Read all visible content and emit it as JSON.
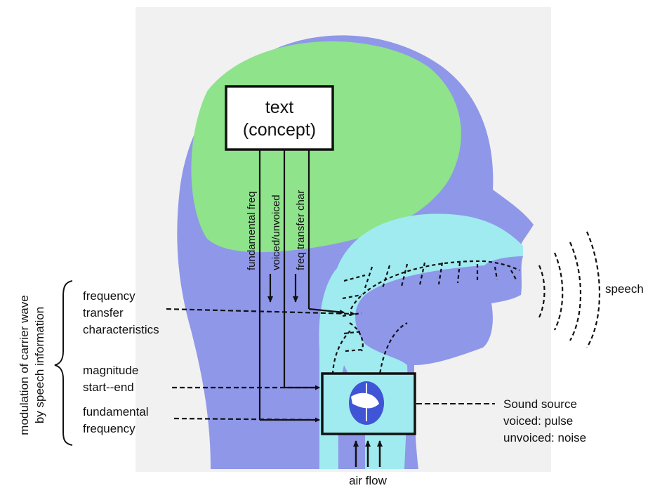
{
  "colors": {
    "background_panel": "#f1f1f1",
    "head": "#8f97e9",
    "brain": "#8ee38b",
    "vocal_tract": "#9febf0",
    "vocal_folds": "#3f55d6",
    "line": "#111111"
  },
  "text_box": {
    "line1": "text",
    "line2": "(concept)"
  },
  "channels": [
    {
      "label": "fundamental freq"
    },
    {
      "label": "voiced/unvoiced"
    },
    {
      "label": "freq transfer char"
    }
  ],
  "brace_label": {
    "line1": "modulation of carrier wave",
    "line2": "by speech information"
  },
  "left_labels": {
    "frequency_transfer": [
      "frequency",
      "transfer",
      "characteristics"
    ],
    "magnitude": [
      "magnitude",
      "start--end"
    ],
    "fundamental": [
      "fundamental",
      "frequency"
    ]
  },
  "speech_label": "speech",
  "sound_source": {
    "title": "Sound source",
    "voiced": "voiced: pulse",
    "unvoiced": "unvoiced: noise"
  },
  "air_flow_label": "air flow"
}
